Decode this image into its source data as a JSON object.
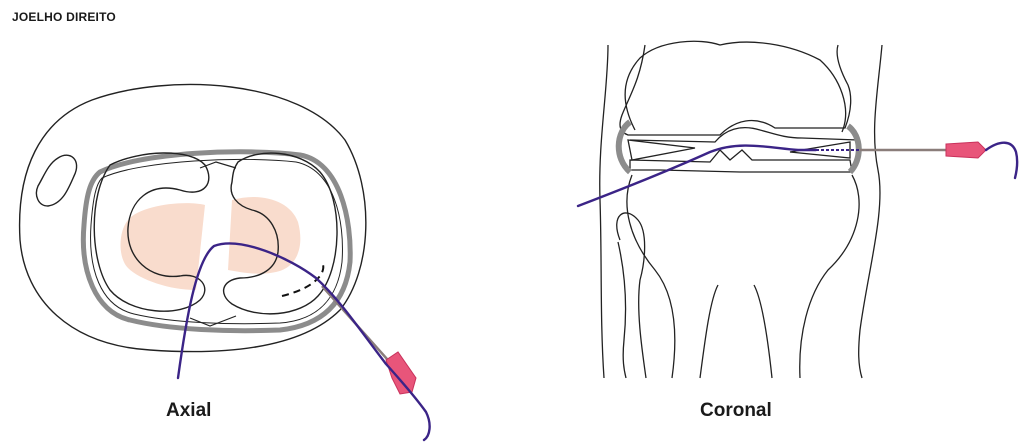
{
  "title": "JOELHO DIREITO",
  "views": [
    {
      "label": "Axial"
    },
    {
      "label": "Coronal"
    }
  ],
  "colors": {
    "outline": "#222222",
    "capsule": "#8c8c8c",
    "cartilage": "#f9dccd",
    "guidewire": "#3b2487",
    "needle_hub": "#e8557a",
    "needle_shaft": "#8a7d7a"
  }
}
